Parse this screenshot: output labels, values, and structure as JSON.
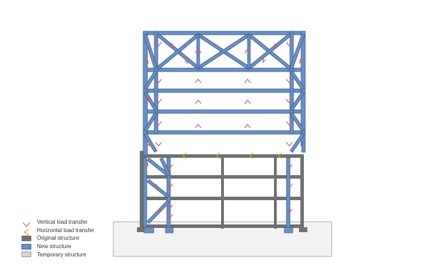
{
  "colors": {
    "original": "#707070",
    "new_fill": "#6b8fc2",
    "new_edge": "#3d5f90",
    "temporary": "#d6d6d6",
    "temporary_edge": "#9a9a9a",
    "vertical_arrow": "#d9536e",
    "horizontal_arrow": "#e8a020"
  },
  "legend": {
    "items": [
      {
        "key": "vertical",
        "label": "Vertical load transfer",
        "icon": "chevron-down-icon"
      },
      {
        "key": "horizontal",
        "label": "Horizontal load transfer",
        "icon": "chevron-left-icon"
      },
      {
        "key": "original",
        "label": "Original structure",
        "icon": "swatch"
      },
      {
        "key": "new",
        "label": "New structure",
        "icon": "swatch"
      },
      {
        "key": "temporary",
        "label": "Temporary structure",
        "icon": "swatch"
      }
    ]
  }
}
